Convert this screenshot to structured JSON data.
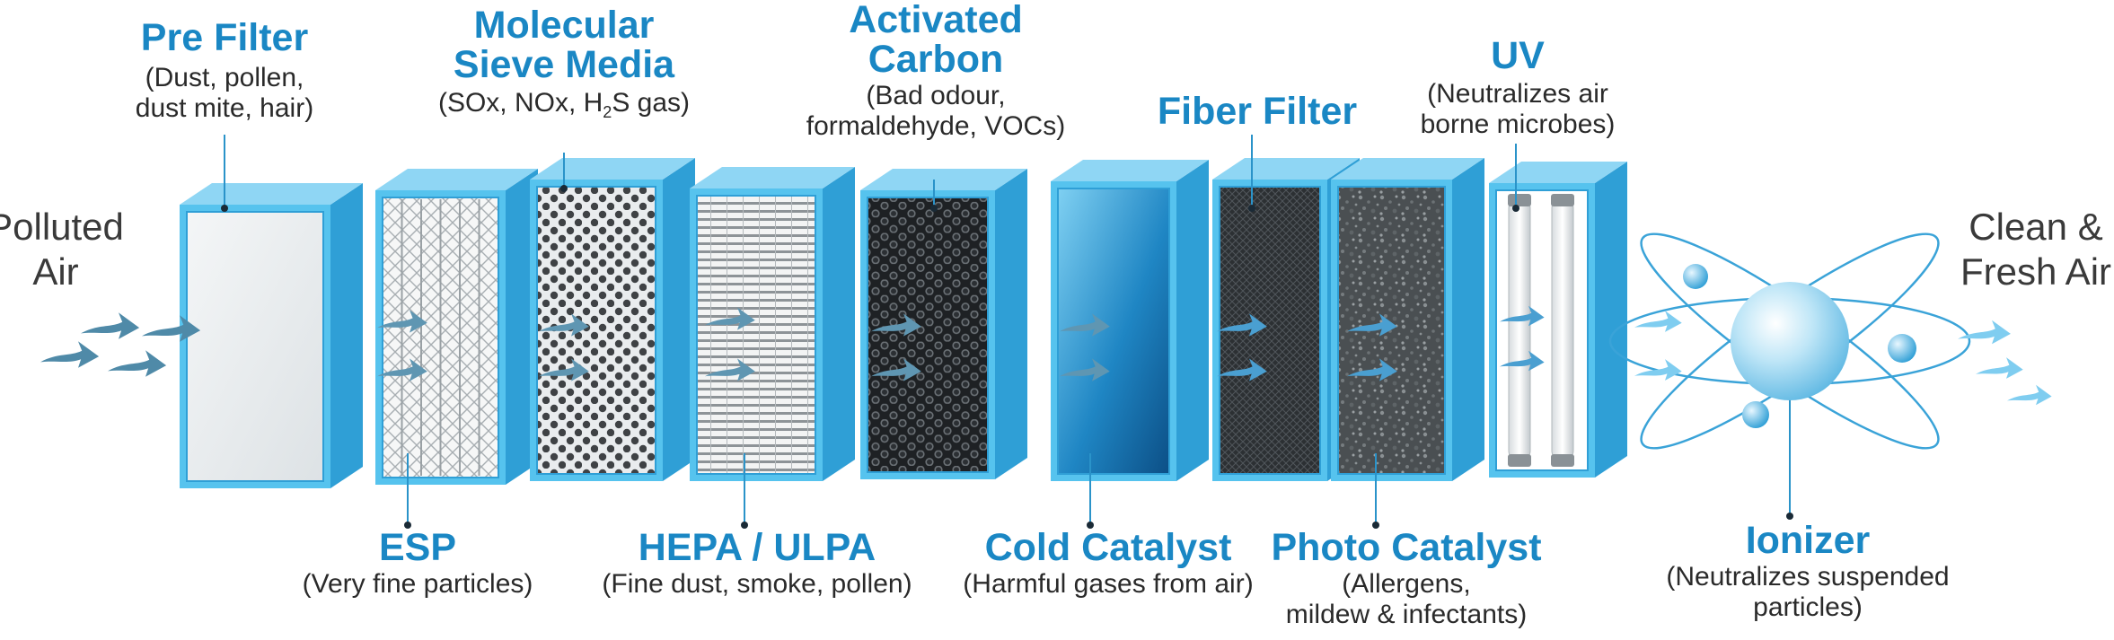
{
  "input_label": [
    "Polluted",
    "Air"
  ],
  "output_label": [
    "Clean &",
    "Fresh Air"
  ],
  "colors": {
    "accent": "#1a87c4",
    "frame": "#56c3ee",
    "frame_side": "#2f9fd6",
    "arrow": "#4f8aa8",
    "arrow_light": "#7fcdf0",
    "text": "#2a2a2a"
  },
  "stages": [
    {
      "id": "pre-filter",
      "title": [
        "Pre Filter"
      ],
      "sub": [
        "(Dust, pollen,",
        "dust mite, hair)"
      ],
      "pos": "top"
    },
    {
      "id": "esp",
      "title": [
        "ESP"
      ],
      "sub": [
        "(Very fine particles)"
      ],
      "pos": "bottom"
    },
    {
      "id": "molecular-sieve",
      "title": [
        "Molecular",
        "Sieve Media"
      ],
      "sub_html": "(SOx, NOx, H<sub>2</sub>S gas)",
      "pos": "top"
    },
    {
      "id": "hepa-ulpa",
      "title": [
        "HEPA / ULPA"
      ],
      "sub": [
        "(Fine dust, smoke, pollen)"
      ],
      "pos": "bottom"
    },
    {
      "id": "activated-carbon",
      "title": [
        "Activated",
        "Carbon"
      ],
      "sub": [
        "(Bad odour,",
        "formaldehyde, VOCs)"
      ],
      "pos": "top"
    },
    {
      "id": "cold-catalyst",
      "title": [
        "Cold Catalyst"
      ],
      "sub": [
        "(Harmful gases from air)"
      ],
      "pos": "bottom"
    },
    {
      "id": "fiber-filter",
      "title": [
        "Fiber Filter"
      ],
      "sub": [],
      "pos": "top"
    },
    {
      "id": "photo-catalyst",
      "title": [
        "Photo Catalyst"
      ],
      "sub": [
        "(Allergens,",
        "mildew & infectants)"
      ],
      "pos": "bottom"
    },
    {
      "id": "uv",
      "title": [
        "UV"
      ],
      "sub": [
        "(Neutralizes air",
        "borne microbes)"
      ],
      "pos": "top"
    },
    {
      "id": "ionizer",
      "title": [
        "Ionizer"
      ],
      "sub": [
        "(Neutralizes suspended",
        "particles)"
      ],
      "pos": "bottom"
    }
  ]
}
